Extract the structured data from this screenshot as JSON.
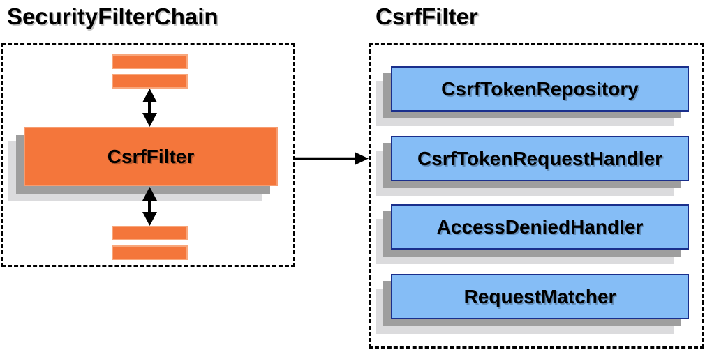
{
  "left_panel": {
    "title": "SecurityFilterChain",
    "csrf_filter_label": "CsrfFilter"
  },
  "right_panel": {
    "title": "CsrfFilter",
    "components": [
      "CsrfTokenRepository",
      "CsrfTokenRequestHandler",
      "AccessDeniedHandler",
      "RequestMatcher"
    ]
  },
  "icons": {
    "top_connector": "double-headed-vertical-arrow",
    "bottom_connector": "double-headed-vertical-arrow",
    "flow_connector": "right-arrow"
  },
  "colors": {
    "filter_orange": "#F4763B",
    "filter_orange_border": "#F8A77C",
    "component_blue": "#85BDF6",
    "component_blue_border": "#1A2F8C",
    "shadow_dark": "#9E9E9E",
    "shadow_light": "#DBDBDD",
    "text": "#000000",
    "background": "#FFFFFF"
  }
}
